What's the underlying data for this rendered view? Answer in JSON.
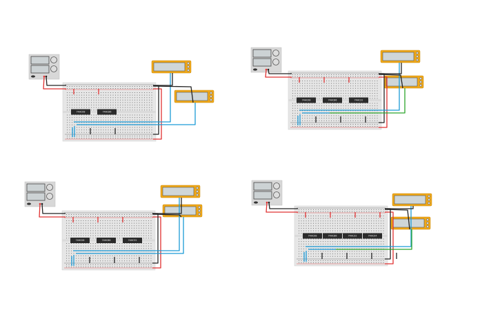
{
  "circuits": [
    {
      "chips": [
        "74HC08",
        "74HC86"
      ]
    },
    {
      "chips": [
        "74HC08",
        "74HC86",
        "74HC32"
      ]
    },
    {
      "chips": [
        "74HC08",
        "74HC86",
        "74HC32"
      ]
    },
    {
      "chips": [
        "74HC08",
        "74HC86",
        "74HC32",
        "74HC04"
      ]
    }
  ],
  "colors": {
    "breadboard": "#e6e6e6",
    "multimeter": "#f0a818",
    "power_supply": "#d8d8d8",
    "wire_red": "#e03030",
    "wire_black": "#222222",
    "wire_blue": "#1a9ad6",
    "wire_green": "#2aa52a",
    "chip": "#2b2b2b"
  }
}
